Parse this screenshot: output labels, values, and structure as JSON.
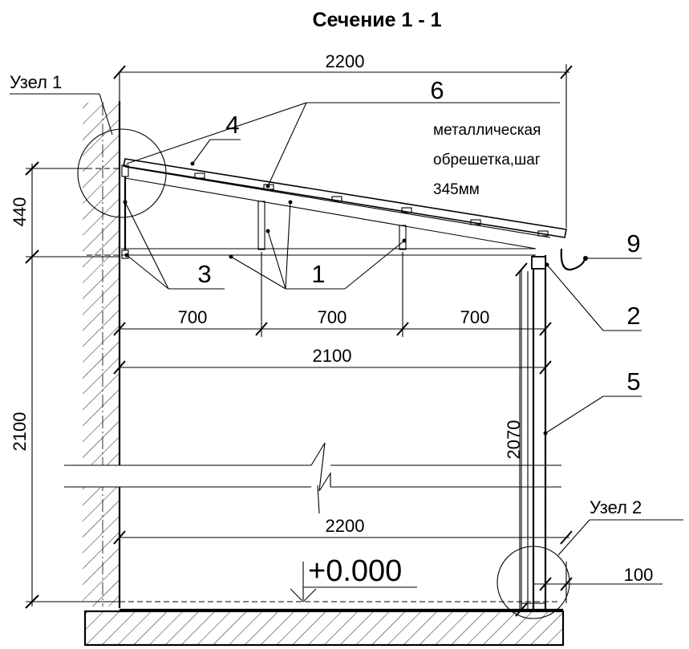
{
  "title": "Сечение 1 - 1",
  "nodes": {
    "node1": "Узел 1",
    "node2": "Узел 2"
  },
  "dimensions": {
    "top_span": "2200",
    "height_440": "440",
    "height_2100": "2100",
    "seg_a": "700",
    "seg_b": "700",
    "seg_c": "700",
    "span_2100": "2100",
    "post_2070": "2070",
    "bottom_span": "2200",
    "post_100": "100"
  },
  "leaders": {
    "l1": "1",
    "l2": "2",
    "l3": "3",
    "l4": "4",
    "l5": "5",
    "l6": "6",
    "l9": "9"
  },
  "note": {
    "line1": "металлическая",
    "line2": "обрешетка,шаг",
    "line3": "345мм"
  },
  "level": "+0.000"
}
